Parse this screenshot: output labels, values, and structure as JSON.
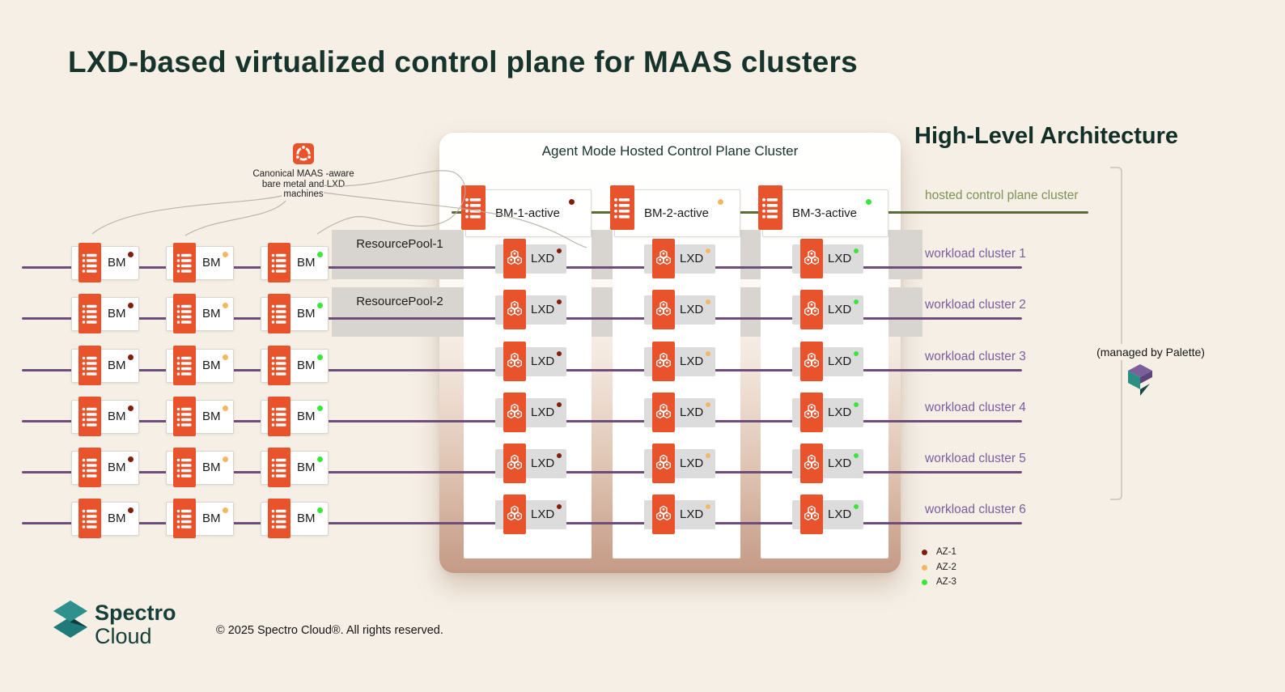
{
  "page": {
    "title": "LXD-based virtualized control plane for MAAS clusters",
    "heading_right": "High-Level Architecture"
  },
  "annotation_note": {
    "icon": "ubuntu-logo",
    "lines": [
      "Canonical MAAS -aware",
      "bare metal and LXD",
      "machines"
    ]
  },
  "control_plane_panel": {
    "title": "Agent Mode Hosted Control Plane Cluster",
    "hosts": [
      {
        "label": "BM-1-active",
        "az": "AZ-1"
      },
      {
        "label": "BM-2-active",
        "az": "AZ-2"
      },
      {
        "label": "BM-3-active",
        "az": "AZ-3"
      }
    ],
    "vm_label": "LXD",
    "vms_per_host": 6
  },
  "bare_metal_grid": {
    "node_label": "BM",
    "columns": 3,
    "rows": 6,
    "column_az": [
      "AZ-1",
      "AZ-2",
      "AZ-3"
    ]
  },
  "resource_pools": [
    "ResourcePool-1",
    "ResourcePool-2"
  ],
  "network_rows": {
    "hosted_label": "hosted control plane cluster",
    "workload_labels": [
      "workload cluster 1",
      "workload cluster 2",
      "workload cluster 3",
      "workload cluster 4",
      "workload cluster 5",
      "workload cluster 6"
    ]
  },
  "managed_by": "(managed by Palette)",
  "legend": [
    {
      "label": "AZ-1",
      "color": "#801d0c"
    },
    {
      "label": "AZ-2",
      "color": "#f2b765"
    },
    {
      "label": "AZ-3",
      "color": "#3ae639"
    }
  ],
  "footer": {
    "brand": [
      "Spectro",
      "Cloud"
    ],
    "copyright": "© 2025 Spectro Cloud®. All rights reserved."
  },
  "colors": {
    "background": "#f5efe6",
    "orange": "#e8532c",
    "purple_line": "#6f4d7a",
    "green_line": "#5c6b3a",
    "workload_label": "#7b5f9e",
    "hosted_label": "#7e9254",
    "panel_tan": "#c49a85",
    "brand_teal": "#1e7474"
  }
}
